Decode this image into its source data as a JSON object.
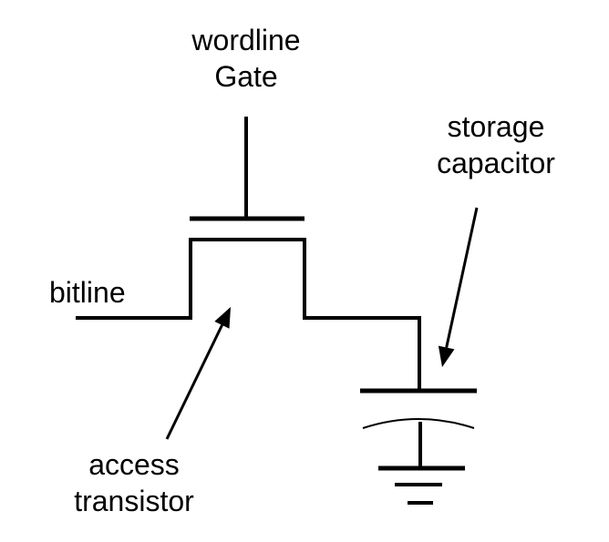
{
  "labels": {
    "wordline_gate": {
      "line1": "wordline",
      "line2": "Gate"
    },
    "storage_capacitor": {
      "line1": "storage",
      "line2": "capacitor"
    },
    "bitline": {
      "text": "bitline"
    },
    "access_transistor": {
      "line1": "access",
      "line2": "transistor"
    }
  },
  "colors": {
    "line": "#000000",
    "text": "#000000",
    "background": "#ffffff"
  }
}
